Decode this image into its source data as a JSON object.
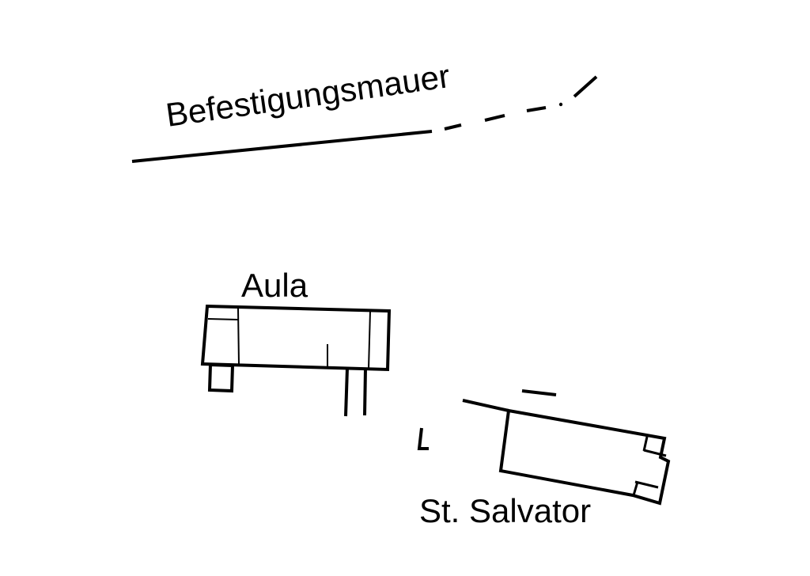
{
  "labels": {
    "wall": "Befestigungsmauer",
    "aula": "Aula",
    "church": "St. Salvator"
  },
  "colors": {
    "background": "#ffffff",
    "ink": "#000000"
  }
}
